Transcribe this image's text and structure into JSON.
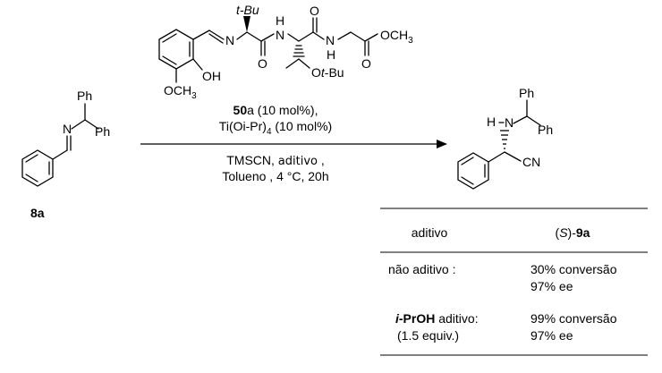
{
  "substrate": {
    "label": "8a",
    "n_atom": "N",
    "ph1": "Ph",
    "ph2": "Ph"
  },
  "catalyst": {
    "tbu_top": "t-Bu",
    "nh1": "N",
    "nh1_h": "H",
    "nh2": "N",
    "nh2_h": "H",
    "imine_n": "N",
    "o1": "O",
    "o2": "O",
    "o3": "O",
    "oh": "OH",
    "och3_a": "OCH",
    "och3_sub": "3",
    "ester_a": "OCH",
    "ester_sub": "3",
    "otbu_o": "O",
    "otbu_t": "t",
    "otbu_rest": "-Bu"
  },
  "conditions": {
    "cat_id": "50",
    "cat_suffix": "a (10 mol%),",
    "ti_a": "Ti(Oi-Pr)",
    "ti_sub": "4",
    "ti_b": " (10 mol%)",
    "reagent_a": "TMSCN, ",
    "reagent_b": "aditivo",
    "reagent_c": " ,",
    "solvent": "Tolueno , 4 °C, 20h"
  },
  "product": {
    "h": "H",
    "n": "N",
    "ph1": "Ph",
    "ph2": "Ph",
    "cn": "CN"
  },
  "table": {
    "col_header_1": "aditivo",
    "col_header_2_a": "(",
    "col_header_2_s": "S",
    "col_header_2_b": ")-",
    "col_header_2_id": "9a",
    "rows": [
      {
        "additive": "não aditivo :",
        "result_line1": "30% conversão",
        "result_line2": "97% ee"
      },
      {
        "additive_italic": "i",
        "additive_bold": "-PrOH",
        "additive_rest": " aditivo:",
        "additive_note": "(1.5 equiv.)",
        "result_line1": "99% conversão",
        "result_line2": "97% ee"
      }
    ]
  }
}
